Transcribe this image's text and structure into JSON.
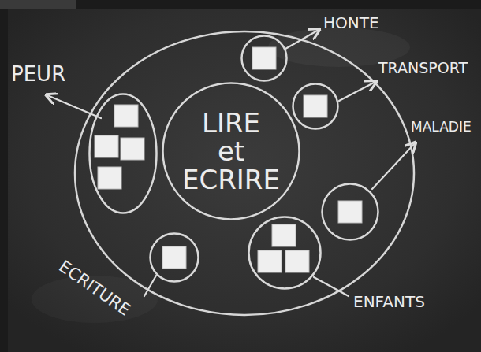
{
  "diagram": {
    "nodes": [
      {
        "text": [
          "LIRE et ECRIRE"
        ]
      },
      {
        "text": [
          "PEUR"
        ]
      },
      {
        "text": [
          "HONTE"
        ]
      },
      {
        "text": [
          "TRANSPORT"
        ]
      },
      {
        "text": [
          "MALADIE"
        ]
      },
      {
        "text": [
          "ENFANTS"
        ]
      },
      {
        "text": [
          "ECRITURE"
        ]
      }
    ]
  }
}
